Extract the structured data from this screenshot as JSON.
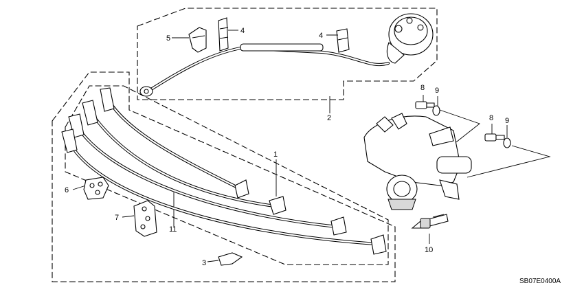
{
  "diagram": {
    "diagram_code": "SB07E0400A",
    "callouts": {
      "c1": "1",
      "c2": "2",
      "c3": "3",
      "c4a": "4",
      "c4b": "4",
      "c5": "5",
      "c6": "6",
      "c7": "7",
      "c8a": "8",
      "c8b": "8",
      "c9a": "9",
      "c9b": "9",
      "c10": "10",
      "c11": "11"
    }
  }
}
